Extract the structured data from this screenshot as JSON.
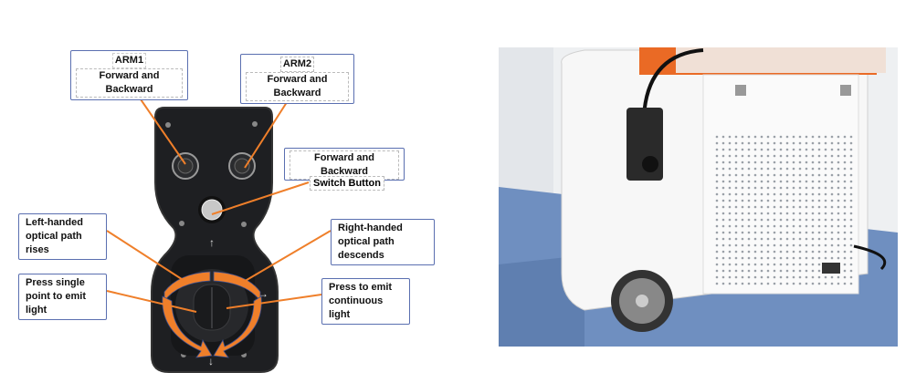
{
  "labels": {
    "arm1_title": "ARM1",
    "arm1_action": "Forward and Backward",
    "arm2_title": "ARM2",
    "arm2_action": "Forward and Backward",
    "switch_action": "Forward and Backward",
    "switch_name": "Switch Button",
    "left_handed_1": "Left-handed",
    "left_handed_2": "optical path rises",
    "right_handed_1": "Right-handed",
    "right_handed_2": "optical path descends",
    "press_single_1": "Press single",
    "press_single_2": "point to emit light",
    "press_emit_1": "Press to emit",
    "press_emit_2": "continuous light"
  },
  "colors": {
    "accent": "#ef7f2a",
    "border": "#5a6fb0"
  }
}
